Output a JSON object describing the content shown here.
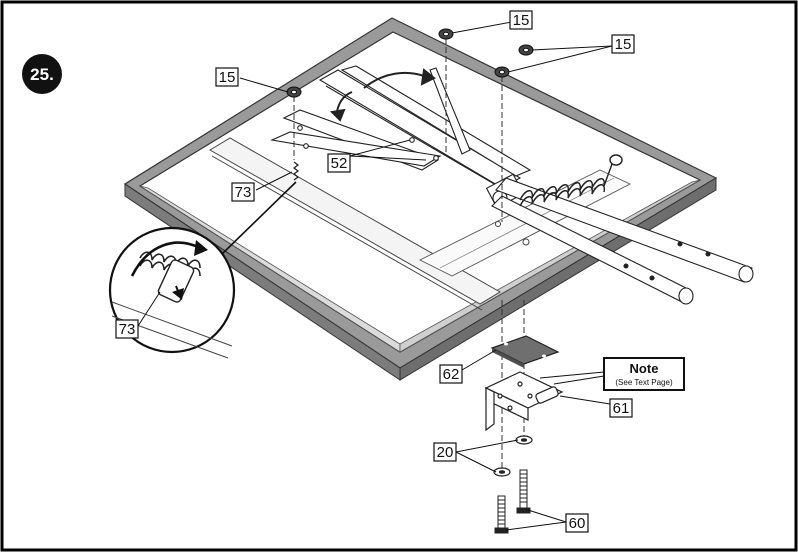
{
  "step": {
    "number": "25."
  },
  "callouts": [
    {
      "id": "15a",
      "text": "15"
    },
    {
      "id": "15b",
      "text": "15"
    },
    {
      "id": "15c",
      "text": "15"
    },
    {
      "id": "52",
      "text": "52"
    },
    {
      "id": "73a",
      "text": "73"
    },
    {
      "id": "73b",
      "text": "73"
    },
    {
      "id": "62",
      "text": "62"
    },
    {
      "id": "61",
      "text": "61"
    },
    {
      "id": "20",
      "text": "20"
    },
    {
      "id": "60",
      "text": "60"
    }
  ],
  "note": {
    "title": "Note",
    "subtitle": "(See Text Page)"
  },
  "colors": {
    "line": "#222222",
    "frame": "#000000",
    "panel": "#8a8a8a",
    "panel_light": "#bdbdbd",
    "plate": "#6f6f6f"
  }
}
